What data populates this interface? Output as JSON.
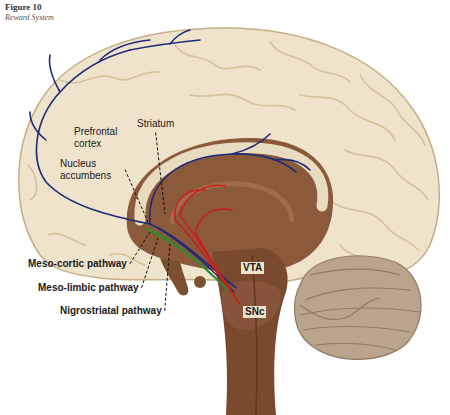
{
  "diagram": {
    "title": "Figure 10",
    "caption": "Reward System",
    "labels": [
      "Prefrontal cortex",
      "Striatum",
      "Nucleus accumbens",
      "Meso-cortic pathway",
      "Meso-limbic pathway",
      "Nigrostriatal pathway",
      "VTA",
      "SNc"
    ]
  }
}
